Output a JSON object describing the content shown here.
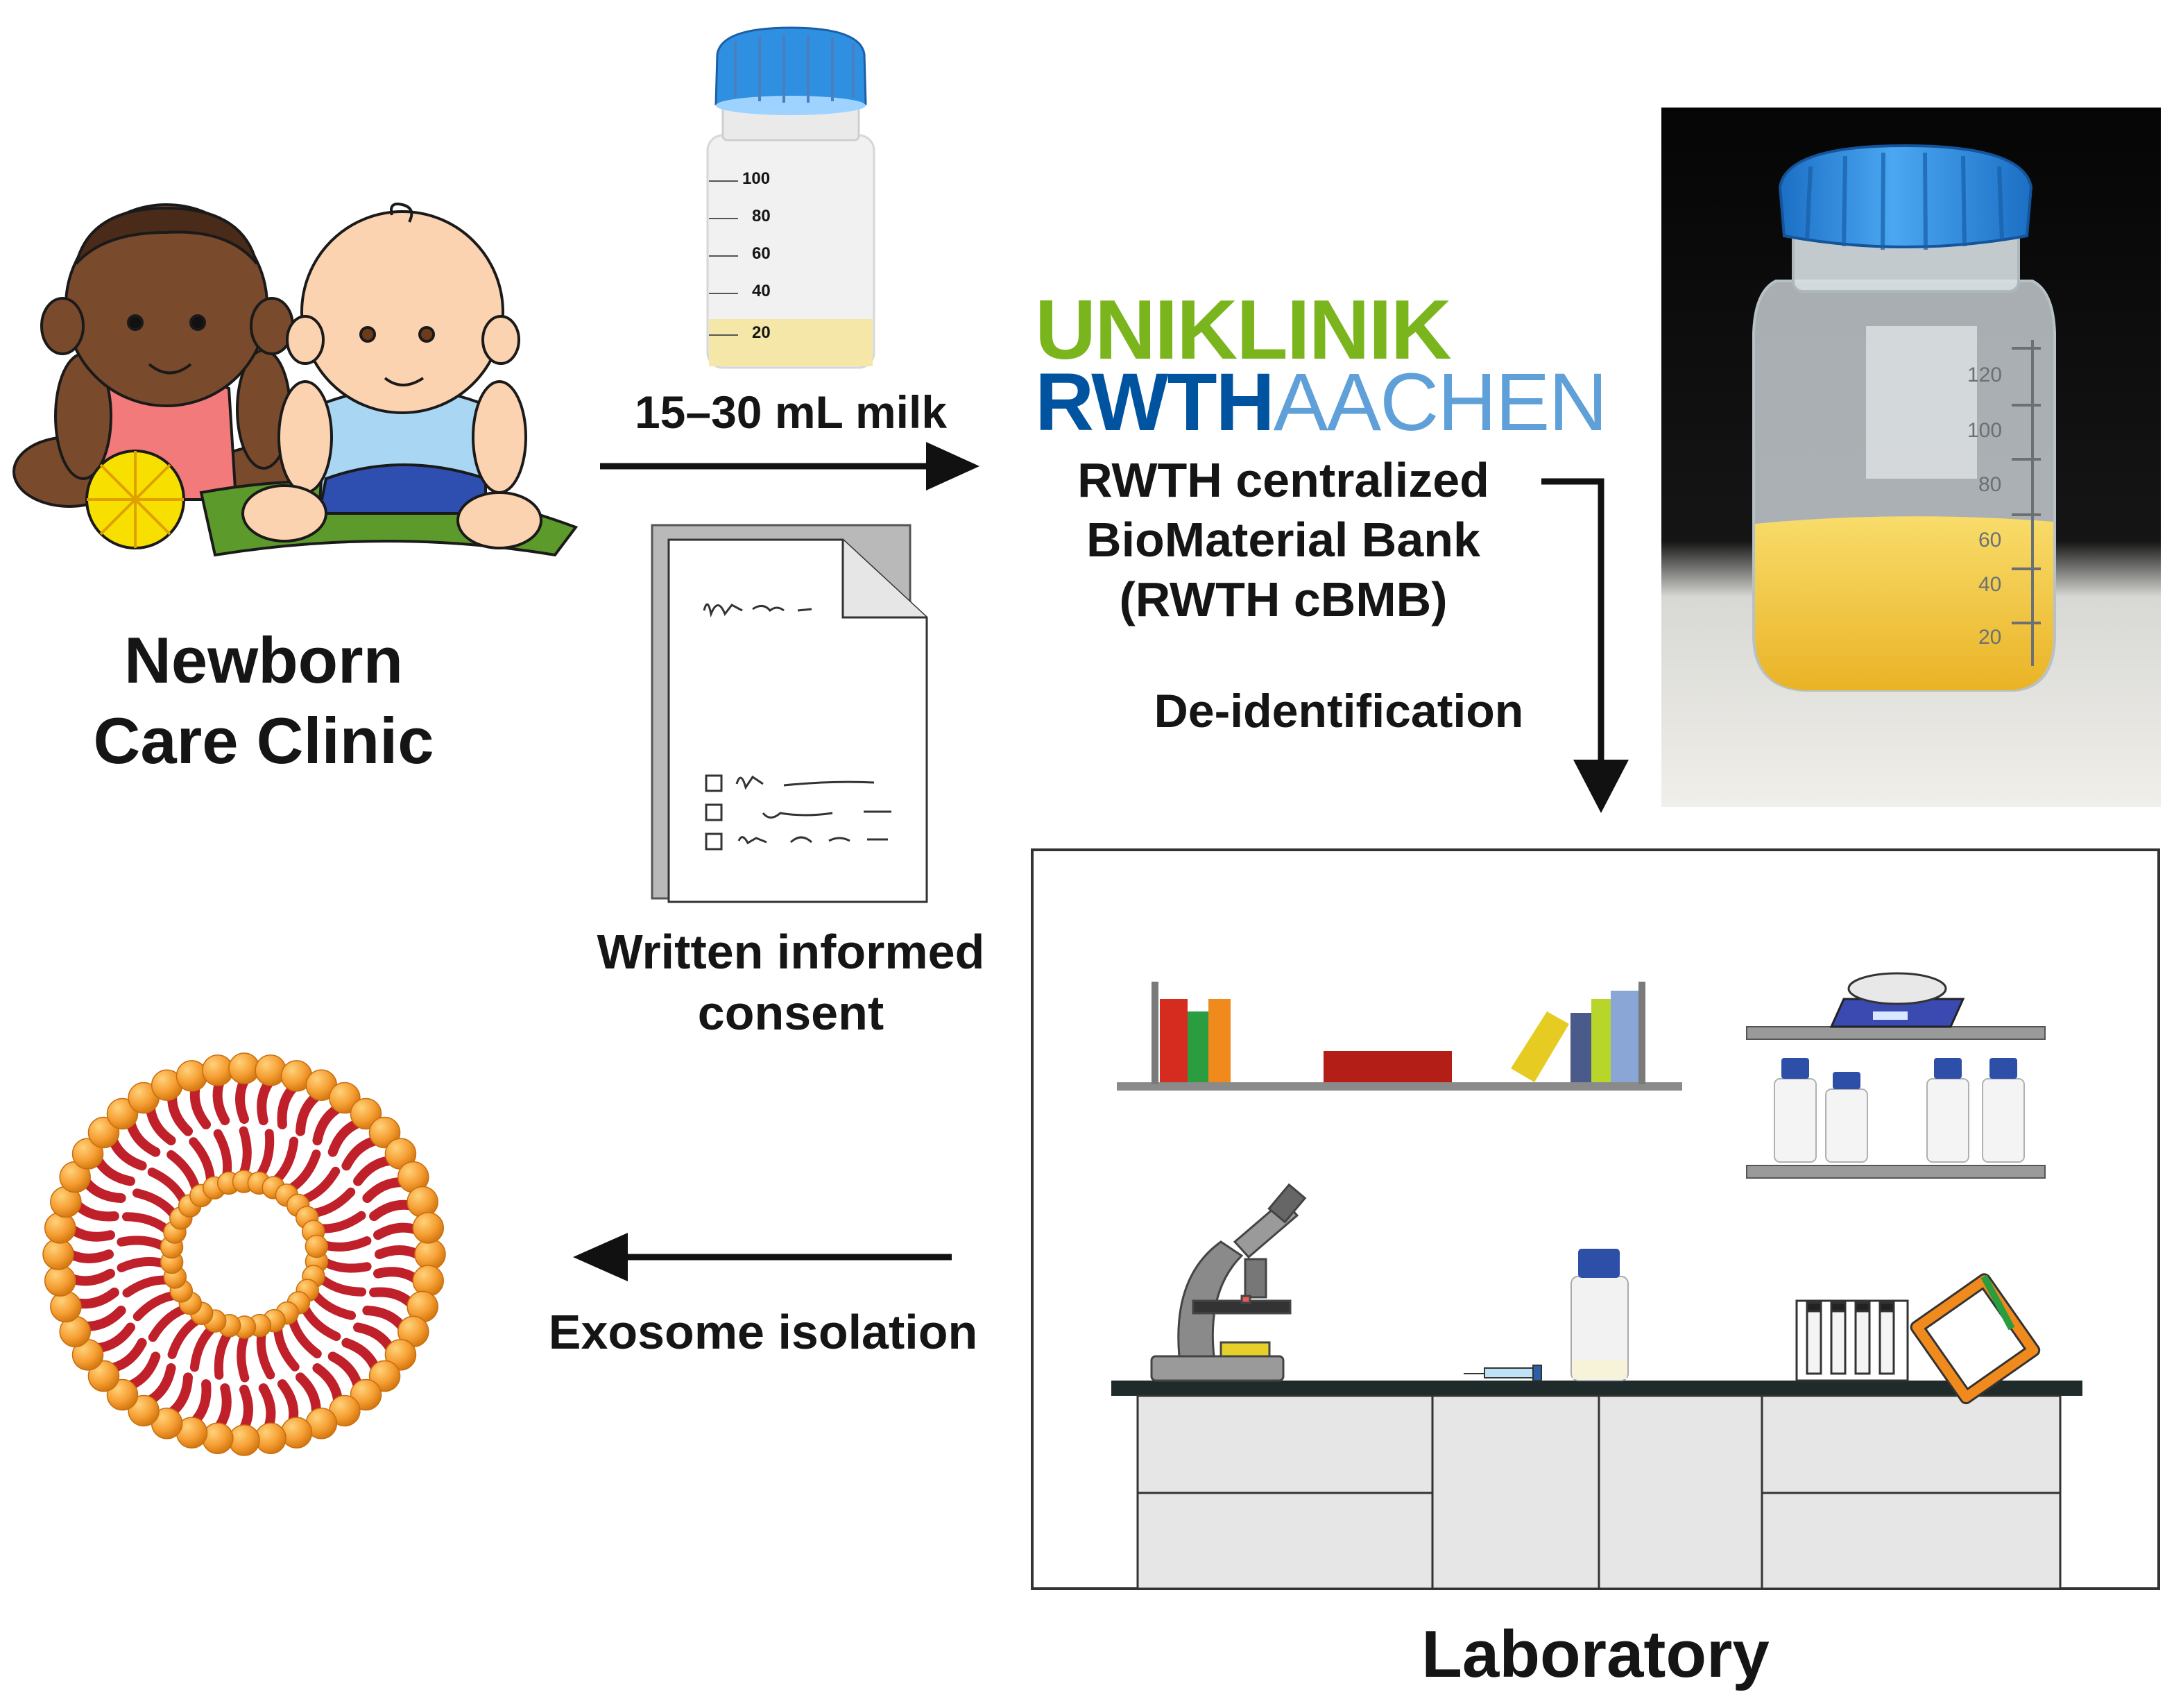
{
  "labels": {
    "clinic_line1": "Newborn",
    "clinic_line2": "Care Clinic",
    "milk_volume": "15–30 mL milk",
    "biobank_line1": "RWTH centralized",
    "biobank_line2": "BioMaterial Bank",
    "biobank_line3": "(RWTH cBMB)",
    "deidentification": "De-identification",
    "consent_line1": "Written informed",
    "consent_line2": "consent",
    "exosome": "Exosome isolation",
    "laboratory": "Laboratory"
  },
  "logo": {
    "line1": "UNIKLINIK",
    "line2_bold": "RWTH",
    "line2_light": "AACHEN",
    "green": "#7ab51d",
    "blue_dark": "#00549f",
    "blue_light": "#5fa0d8"
  },
  "bottle_scale": [
    "100",
    "80",
    "60",
    "40",
    "20"
  ],
  "photo_scale": [
    "120",
    "100",
    "80",
    "60",
    "40",
    "20"
  ],
  "colors": {
    "cap_blue": "#2f8fe0",
    "milk": "#f4e7a8",
    "exosome_head": "#f6a035",
    "exosome_tail": "#c0202a",
    "arrow": "#111111"
  }
}
